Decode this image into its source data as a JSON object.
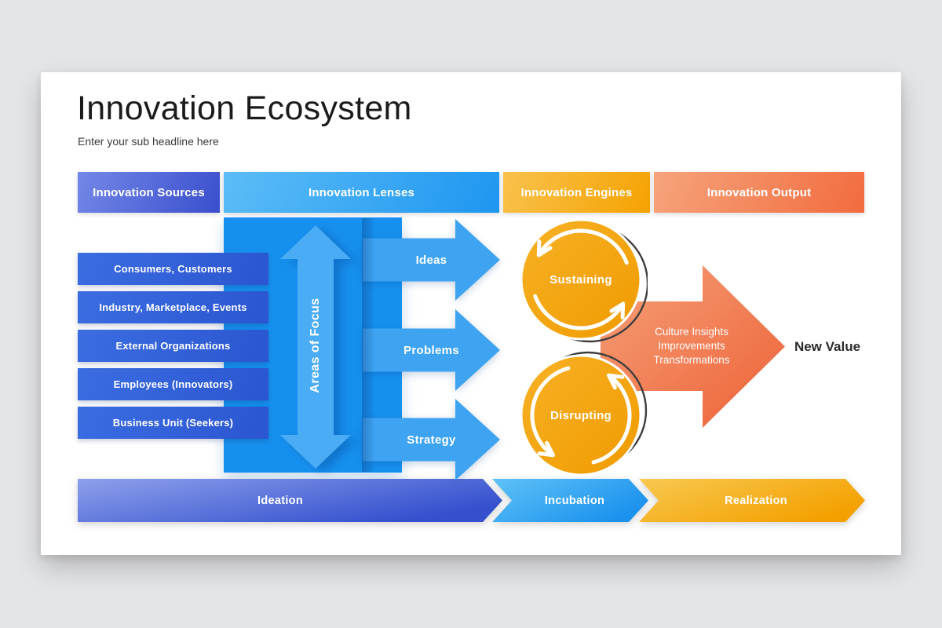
{
  "slide": {
    "title": "Innovation Ecosystem",
    "subtitle": "Enter your sub headline here"
  },
  "headers": [
    {
      "label": "Innovation Sources",
      "color_from": "#7488e8",
      "color_to": "#3a4ecd"
    },
    {
      "label": "Innovation Lenses",
      "color_from": "#5cbdf7",
      "color_to": "#1e96f0"
    },
    {
      "label": "Innovation Engines",
      "color_from": "#f9c24d",
      "color_to": "#f5a201"
    },
    {
      "label": "Innovation Output",
      "color_from": "#f6a47c",
      "color_to": "#f26b3e"
    }
  ],
  "sources": {
    "items": [
      "Consumers, Customers",
      "Industry, Marketplace, Events",
      "External Organizations",
      "Employees (Innovators)",
      "Business Unit (Seekers)"
    ]
  },
  "lenses": {
    "focus_label": "Areas of Focus",
    "arrows": [
      "Ideas",
      "Problems",
      "Strategy"
    ],
    "panel_color": "#1690ef",
    "arrow_color": "#3ea4f2"
  },
  "engines": {
    "cycles": [
      "Sustaining",
      "Disrupting"
    ],
    "circle_color": "#f2a40b"
  },
  "output": {
    "arrow_lines": [
      "Culture Insights",
      "Improvements",
      "Transformations"
    ],
    "result": "New Value",
    "arrow_color_from": "#f5a077",
    "arrow_color_to": "#ee6137"
  },
  "phases": [
    "Ideation",
    "Incubation",
    "Realization"
  ]
}
